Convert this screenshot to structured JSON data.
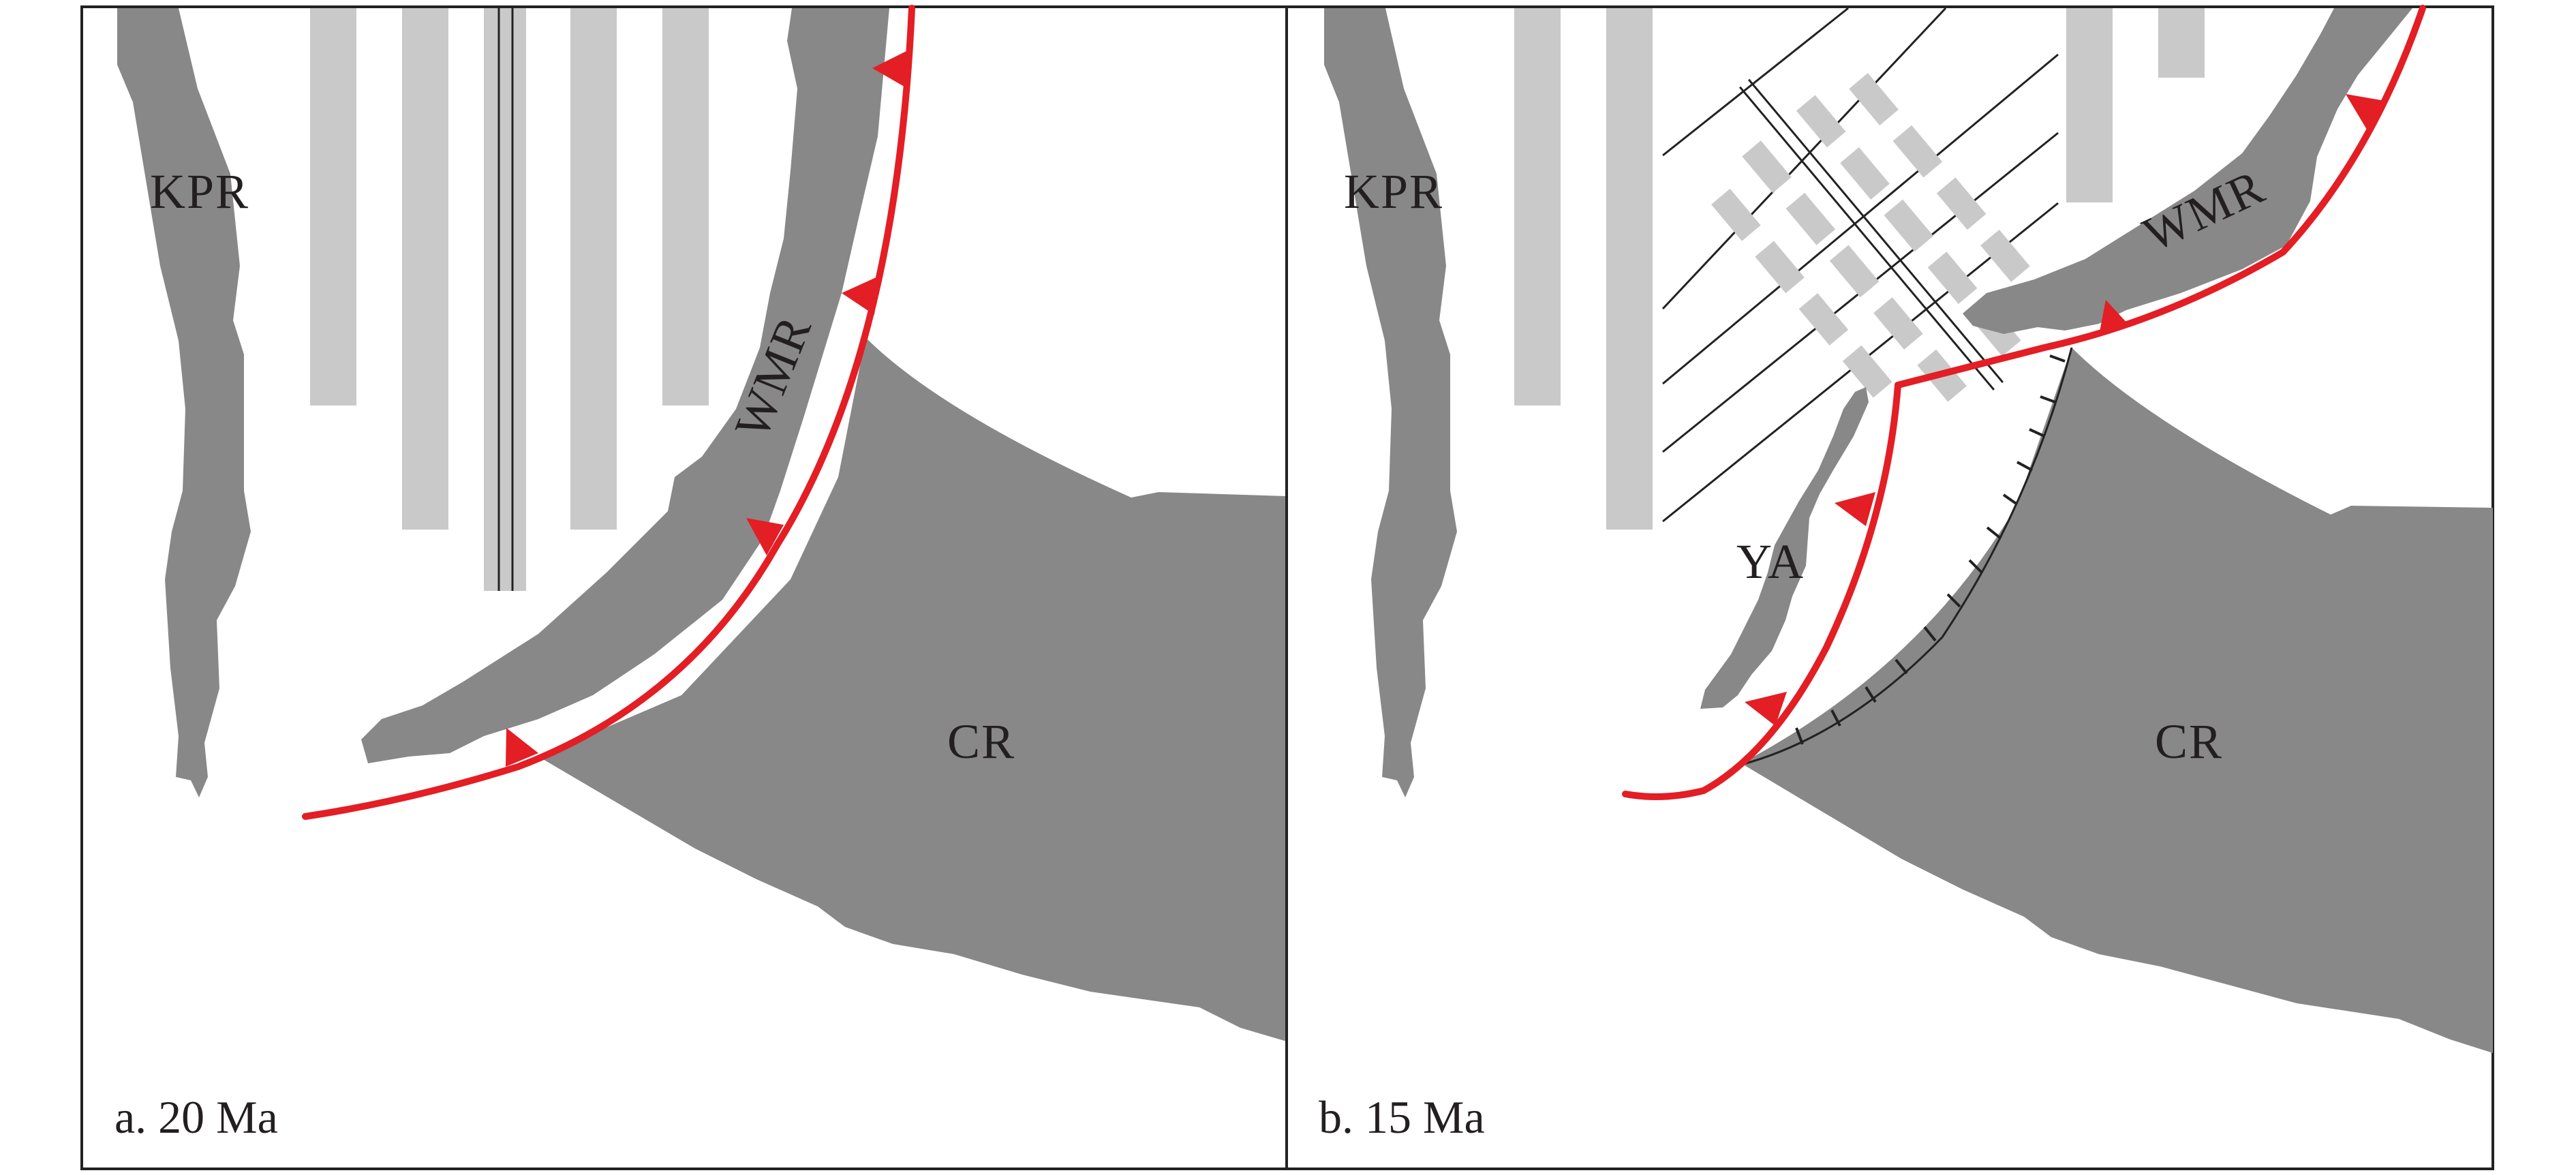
{
  "panels": [
    {
      "caption": "a. 20 Ma",
      "labels": {
        "kpr": "KPR",
        "wmr": "WMR",
        "cr": "CR"
      }
    },
    {
      "caption": "b. 15 Ma",
      "labels": {
        "kpr": "KPR",
        "wmr": "WMR",
        "cr": "CR",
        "ya": "YA"
      }
    }
  ],
  "colors": {
    "ridge": "#888888",
    "stripe": "#c8c9c8",
    "subduction": "#e31e24",
    "line": "#222222"
  }
}
